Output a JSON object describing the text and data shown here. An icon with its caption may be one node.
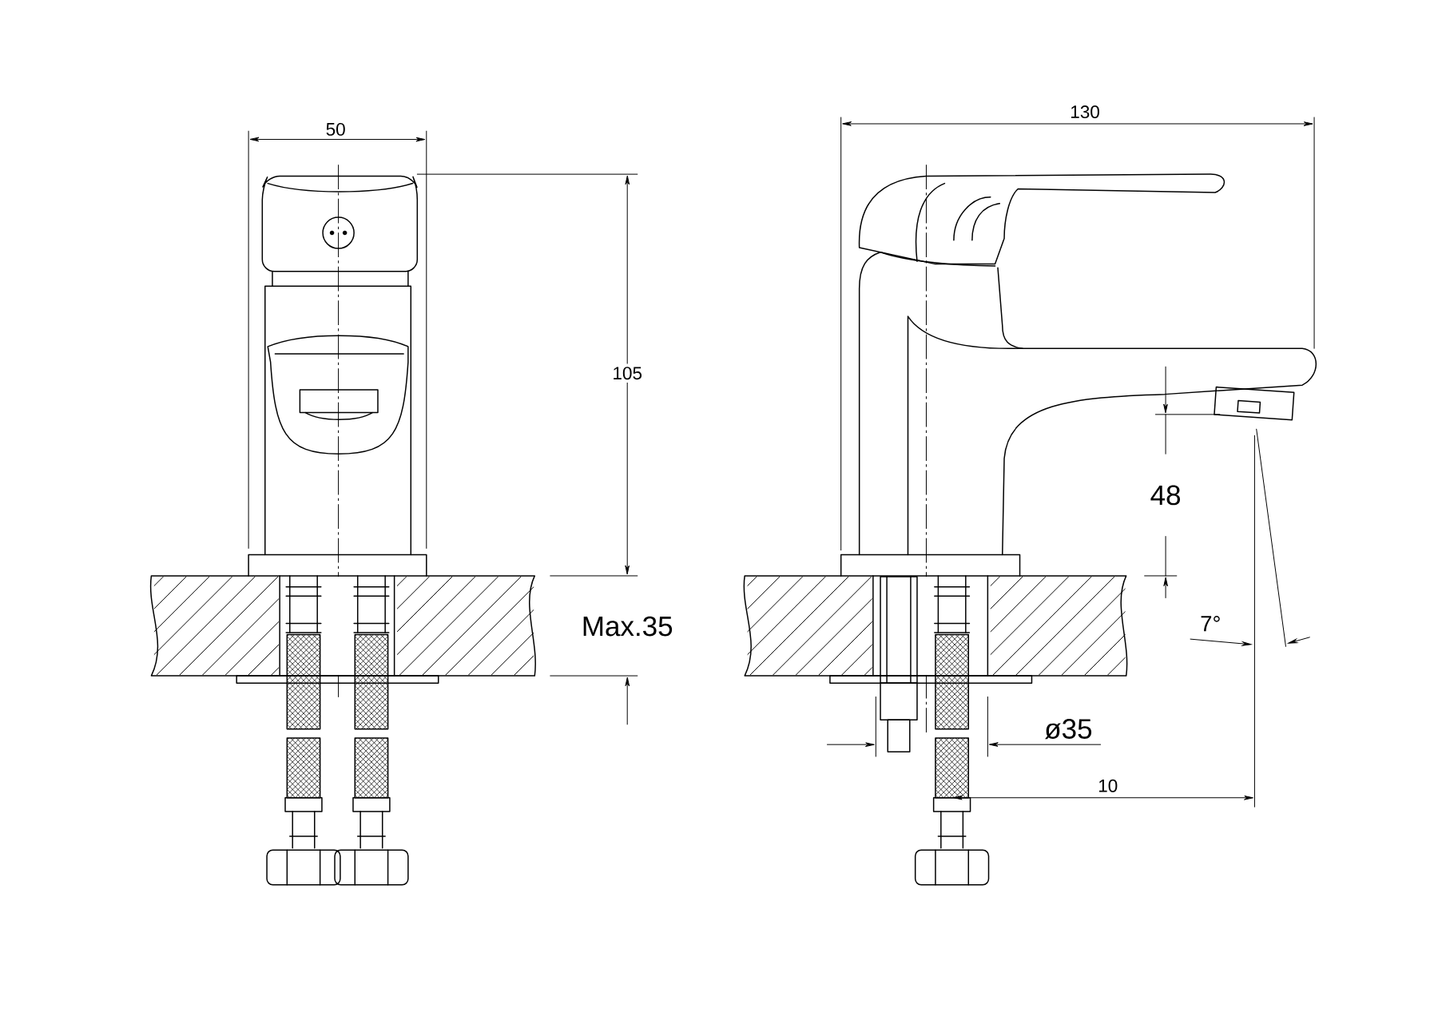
{
  "diagram": {
    "labels": [
      "130",
      "50",
      "105",
      "48",
      "Max.35",
      "7°",
      "ø35",
      "10"
    ]
  }
}
